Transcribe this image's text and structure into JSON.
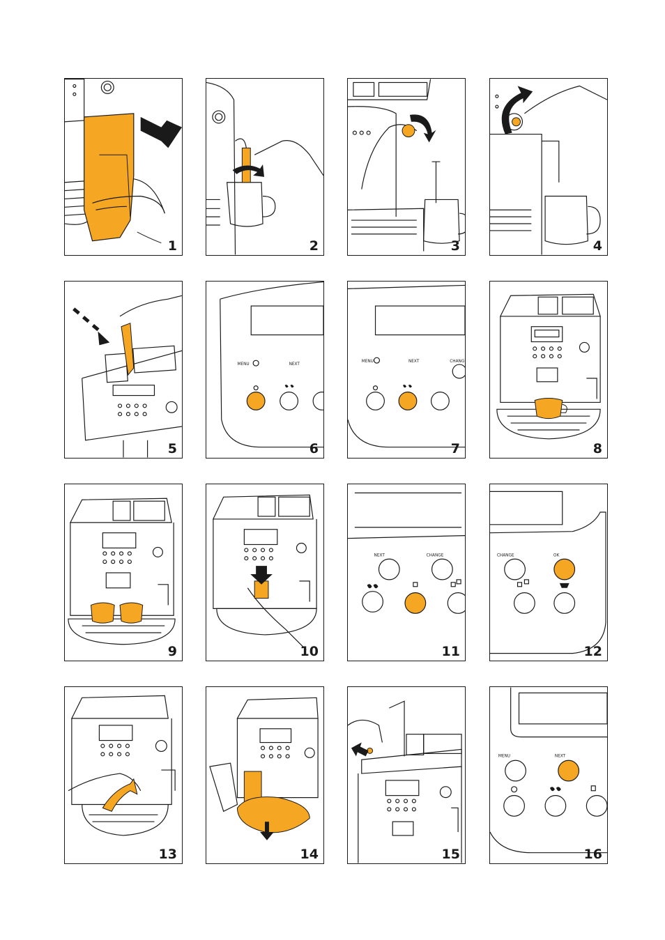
{
  "colors": {
    "accent": "#f5a623",
    "line": "#1a1a1a"
  },
  "panels": [
    {
      "number": "1"
    },
    {
      "number": "2"
    },
    {
      "number": "3"
    },
    {
      "number": "4"
    },
    {
      "number": "5"
    },
    {
      "number": "6"
    },
    {
      "number": "7"
    },
    {
      "number": "8"
    },
    {
      "number": "9"
    },
    {
      "number": "10"
    },
    {
      "number": "11"
    },
    {
      "number": "12"
    },
    {
      "number": "13"
    },
    {
      "number": "14"
    },
    {
      "number": "15"
    },
    {
      "number": "16"
    }
  ],
  "labels": {
    "menu": "MENU",
    "next": "NEXT",
    "change": "CHANGE",
    "ok": "OK"
  }
}
